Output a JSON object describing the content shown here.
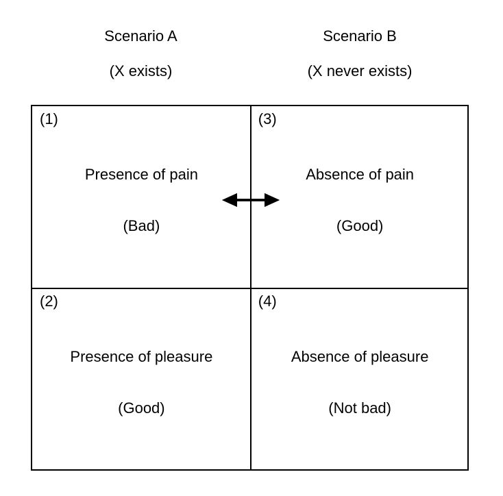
{
  "figure": {
    "columns": [
      {
        "title": "Scenario A",
        "subtitle": "(X exists)"
      },
      {
        "title": "Scenario B",
        "subtitle": "(X never exists)"
      }
    ],
    "quadrants": [
      {
        "number": "(1)",
        "main": "Presence of pain",
        "value": "(Bad)"
      },
      {
        "number": "(3)",
        "main": "Absence of pain",
        "value": "(Good)"
      },
      {
        "number": "(2)",
        "main": "Presence of pleasure",
        "value": "(Good)"
      },
      {
        "number": "(4)",
        "main": "Absence of pleasure",
        "value": "(Not bad)"
      }
    ],
    "arrows": [
      {
        "name": "pain-comparison",
        "style": "double-headed-horizontal"
      },
      {
        "name": "pleasure-comparison",
        "style": "double-headed-horizontal"
      }
    ],
    "colors": {
      "stroke": "#000000",
      "background": "#ffffff",
      "text": "#000000"
    }
  }
}
